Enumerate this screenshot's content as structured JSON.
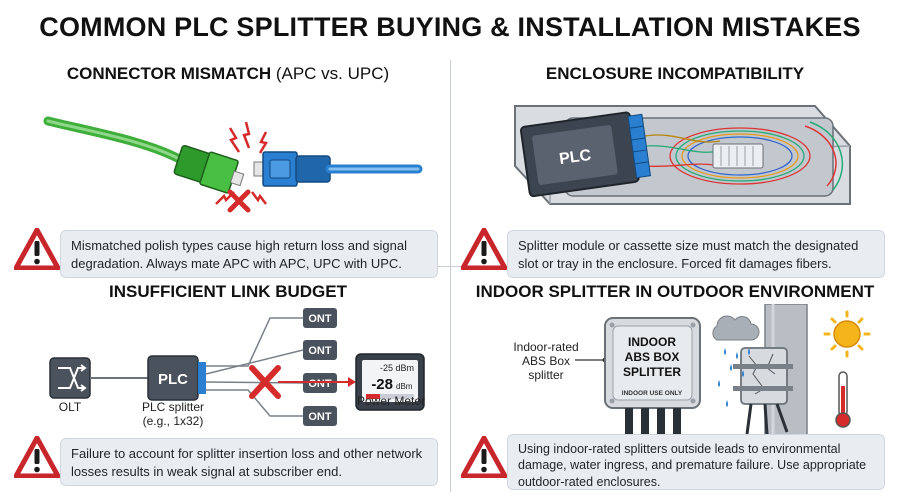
{
  "title": "COMMON PLC SPLITTER BUYING & INSTALLATION MISTAKES",
  "panels": {
    "connector": {
      "title_main": "CONNECTOR MISMATCH",
      "title_sub": " (APC vs. UPC)",
      "warning": "Mismatched polish types cause high return loss and signal degradation. Always mate APC with APC, UPC with UPC."
    },
    "enclosure": {
      "title": "ENCLOSURE INCOMPATIBILITY",
      "module_label": "PLC",
      "warning": "Splitter module or cassette size must match the designated slot or tray in the enclosure. Forced fit damages fibers."
    },
    "budget": {
      "title": "INSUFFICIENT LINK BUDGET",
      "olt_label": "OLT",
      "plc_box_label": "PLC",
      "plc_caption_1": "PLC splitter",
      "plc_caption_2": "(e.g., 1x32)",
      "ont_labels": [
        "ONT",
        "ONT",
        "ONT",
        "ONT"
      ],
      "meter_small": "-25 dBm",
      "meter_value": "-28",
      "meter_unit": "dBm",
      "meter_label": "Power Meter",
      "warning": "Failure to account for splitter insertion loss and other network losses results in weak signal at subscriber end."
    },
    "outdoor": {
      "title": "INDOOR SPLITTER IN OUTDOOR ENVIRONMENT",
      "side_label_1": "Indoor-rated",
      "side_label_2": "ABS Box",
      "side_label_3": "splitter",
      "box_line_1": "INDOOR",
      "box_line_2": "ABS BOX",
      "box_line_3": "SPLITTER",
      "box_tag": "INDOOR USE ONLY",
      "warning": "Using indoor-rated splitters outside leads to environmental damage, water ingress, and premature failure. Use appropriate outdoor-rated enclosures."
    }
  },
  "colors": {
    "warning_red": "#c8262b",
    "apc_green": "#3fae3a",
    "upc_blue": "#2a7fd0",
    "panel_bg": "#e9edf2"
  }
}
